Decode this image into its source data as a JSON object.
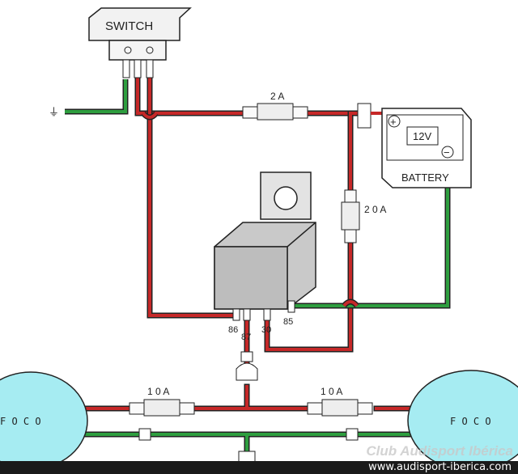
{
  "colors": {
    "positive": "#c62828",
    "ground": "#2e9e3f",
    "wire_outline": "#222222",
    "relay_body": "#c9c9c9",
    "lamp_fill": "#a6ecf2"
  },
  "switch": {
    "label": "SWITCH",
    "ground_symbol": "⏚"
  },
  "battery": {
    "voltage": "12V",
    "label": "BATTERY",
    "plus": "+",
    "minus": "−"
  },
  "fuses": {
    "main": "2 A",
    "relay": "2 0 A",
    "left_lamp": "1 0 A",
    "right_lamp": "1 0 A"
  },
  "relay": {
    "pins": [
      "86",
      "87",
      "30",
      "85"
    ]
  },
  "lamps": {
    "left": "F O C O",
    "right": "F O C O"
  },
  "ground_symbol": "⏚",
  "watermark": "Club Audisport Ibérica",
  "footer": "www.audisport-iberica.com"
}
